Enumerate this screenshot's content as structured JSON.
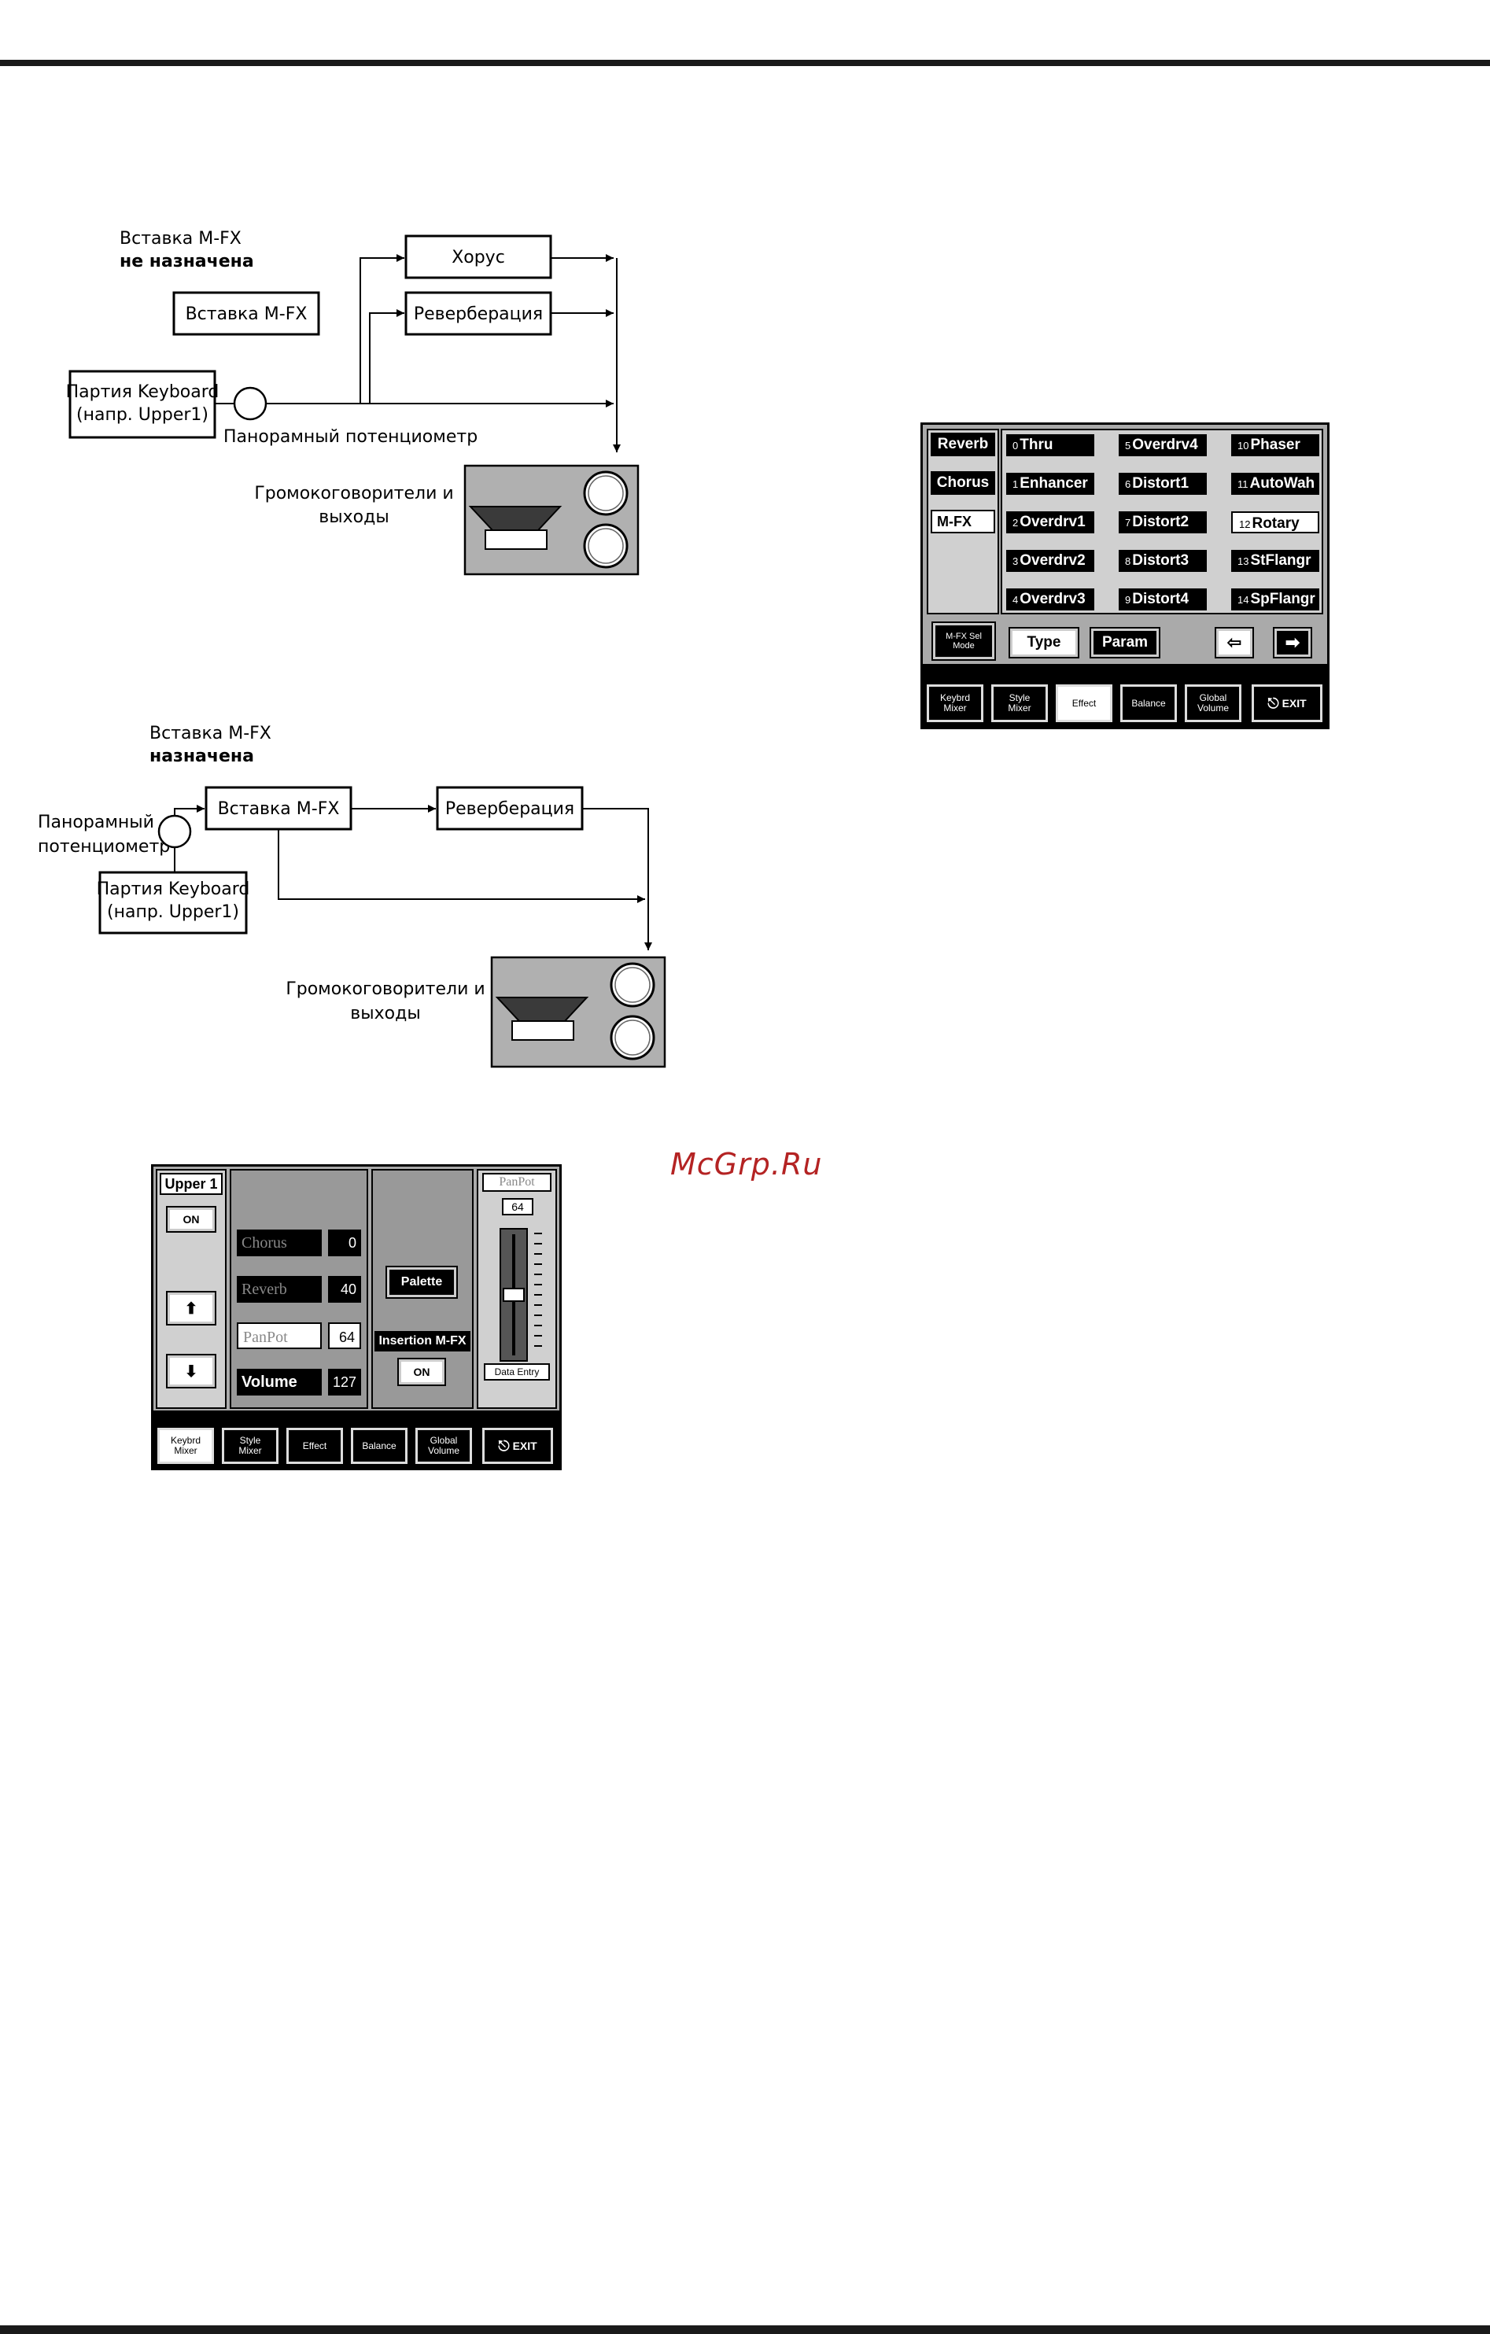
{
  "diagram_top": {
    "note_line1": "Вставка M-FX",
    "note_line2": "не назначена",
    "insertion_box": "Вставка M-FX",
    "chorus_box": "Хорус",
    "reverb_box": "Реверберация",
    "part_line1": "Партия Keyboard",
    "part_line2": "(напр. Upper1)",
    "pan_label": "Панорамный потенциометр",
    "speakers_line1": "Громокоговорители и",
    "speakers_line2": "выходы"
  },
  "diagram_bottom": {
    "note_line1": "Вставка M-FX",
    "note_line2": "назначена",
    "pan_line1": "Панорамный",
    "pan_line2": "потенциометр",
    "insertion_box": "Вставка M-FX",
    "reverb_box": "Реверберация",
    "part_line1": "Партия Keyboard",
    "part_line2": "(напр. Upper1)",
    "speakers_line1": "Громокоговорители и",
    "speakers_line2": "выходы"
  },
  "mfx_screen": {
    "side_tabs": [
      "Reverb",
      "Chorus",
      "M-FX"
    ],
    "selected_side_tab": "M-FX",
    "effects": [
      {
        "num": "0",
        "name": "Thru"
      },
      {
        "num": "1",
        "name": "Enhancer"
      },
      {
        "num": "2",
        "name": "Overdrv1"
      },
      {
        "num": "3",
        "name": "Overdrv2"
      },
      {
        "num": "4",
        "name": "Overdrv3"
      },
      {
        "num": "5",
        "name": "Overdrv4"
      },
      {
        "num": "6",
        "name": "Distort1"
      },
      {
        "num": "7",
        "name": "Distort2"
      },
      {
        "num": "8",
        "name": "Distort3"
      },
      {
        "num": "9",
        "name": "Distort4"
      },
      {
        "num": "10",
        "name": "Phaser"
      },
      {
        "num": "11",
        "name": "AutoWah"
      },
      {
        "num": "12",
        "name": "Rotary"
      },
      {
        "num": "13",
        "name": "StFlangr"
      },
      {
        "num": "14",
        "name": "SpFlangr"
      }
    ],
    "selected_effect": "Rotary",
    "mode_line1": "M-FX Sel",
    "mode_line2": "Mode",
    "type_label": "Type",
    "param_label": "Param",
    "tabs": {
      "keybrd_mixer_1": "Keybrd",
      "keybrd_mixer_2": "Mixer",
      "style_mixer_1": "Style",
      "style_mixer_2": "Mixer",
      "effect": "Effect",
      "balance": "Balance",
      "global_volume_1": "Global",
      "global_volume_2": "Volume",
      "exit": "EXIT"
    }
  },
  "mixer_screen": {
    "part_name": "Upper 1",
    "part_on": "ON",
    "params": [
      {
        "label": "Chorus",
        "value": "0"
      },
      {
        "label": "Reverb",
        "value": "40"
      },
      {
        "label": "PanPot",
        "value": "64"
      },
      {
        "label": "Volume",
        "value": "127"
      }
    ],
    "palette": "Palette",
    "insertion_label": "Insertion M-FX",
    "insertion_on": "ON",
    "panpot_title": "PanPot",
    "panpot_value": "64",
    "panpot_level": 0.5,
    "data_entry": "Data Entry",
    "tabs": {
      "keybrd_mixer_1": "Keybrd",
      "keybrd_mixer_2": "Mixer",
      "style_mixer_1": "Style",
      "style_mixer_2": "Mixer",
      "effect": "Effect",
      "balance": "Balance",
      "global_volume_1": "Global",
      "global_volume_2": "Volume",
      "exit": "EXIT"
    }
  },
  "watermark": "McGrp.Ru"
}
